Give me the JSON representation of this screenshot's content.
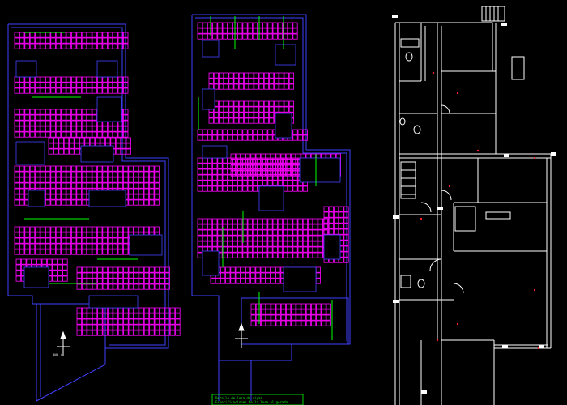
{
  "drawing": {
    "colors": {
      "background": "#000000",
      "block_outline": "#4040ff",
      "block_fill": "#ff00ff",
      "beam_label": "#00ffff",
      "dimension": "#00ff00",
      "wall": "#ffffff",
      "annotation": "#ff2020"
    },
    "panels": {
      "left_plan": "slab-plan-left",
      "middle_plan": "slab-plan-middle",
      "right_plan": "architectural-floor-plan"
    },
    "left_plan": {
      "north_label": "ANG 4"
    },
    "middle_plan": {
      "legend_lines": [
        "Detalle de losa de vigas",
        "Especificaciones de la losa aligerada"
      ]
    }
  }
}
